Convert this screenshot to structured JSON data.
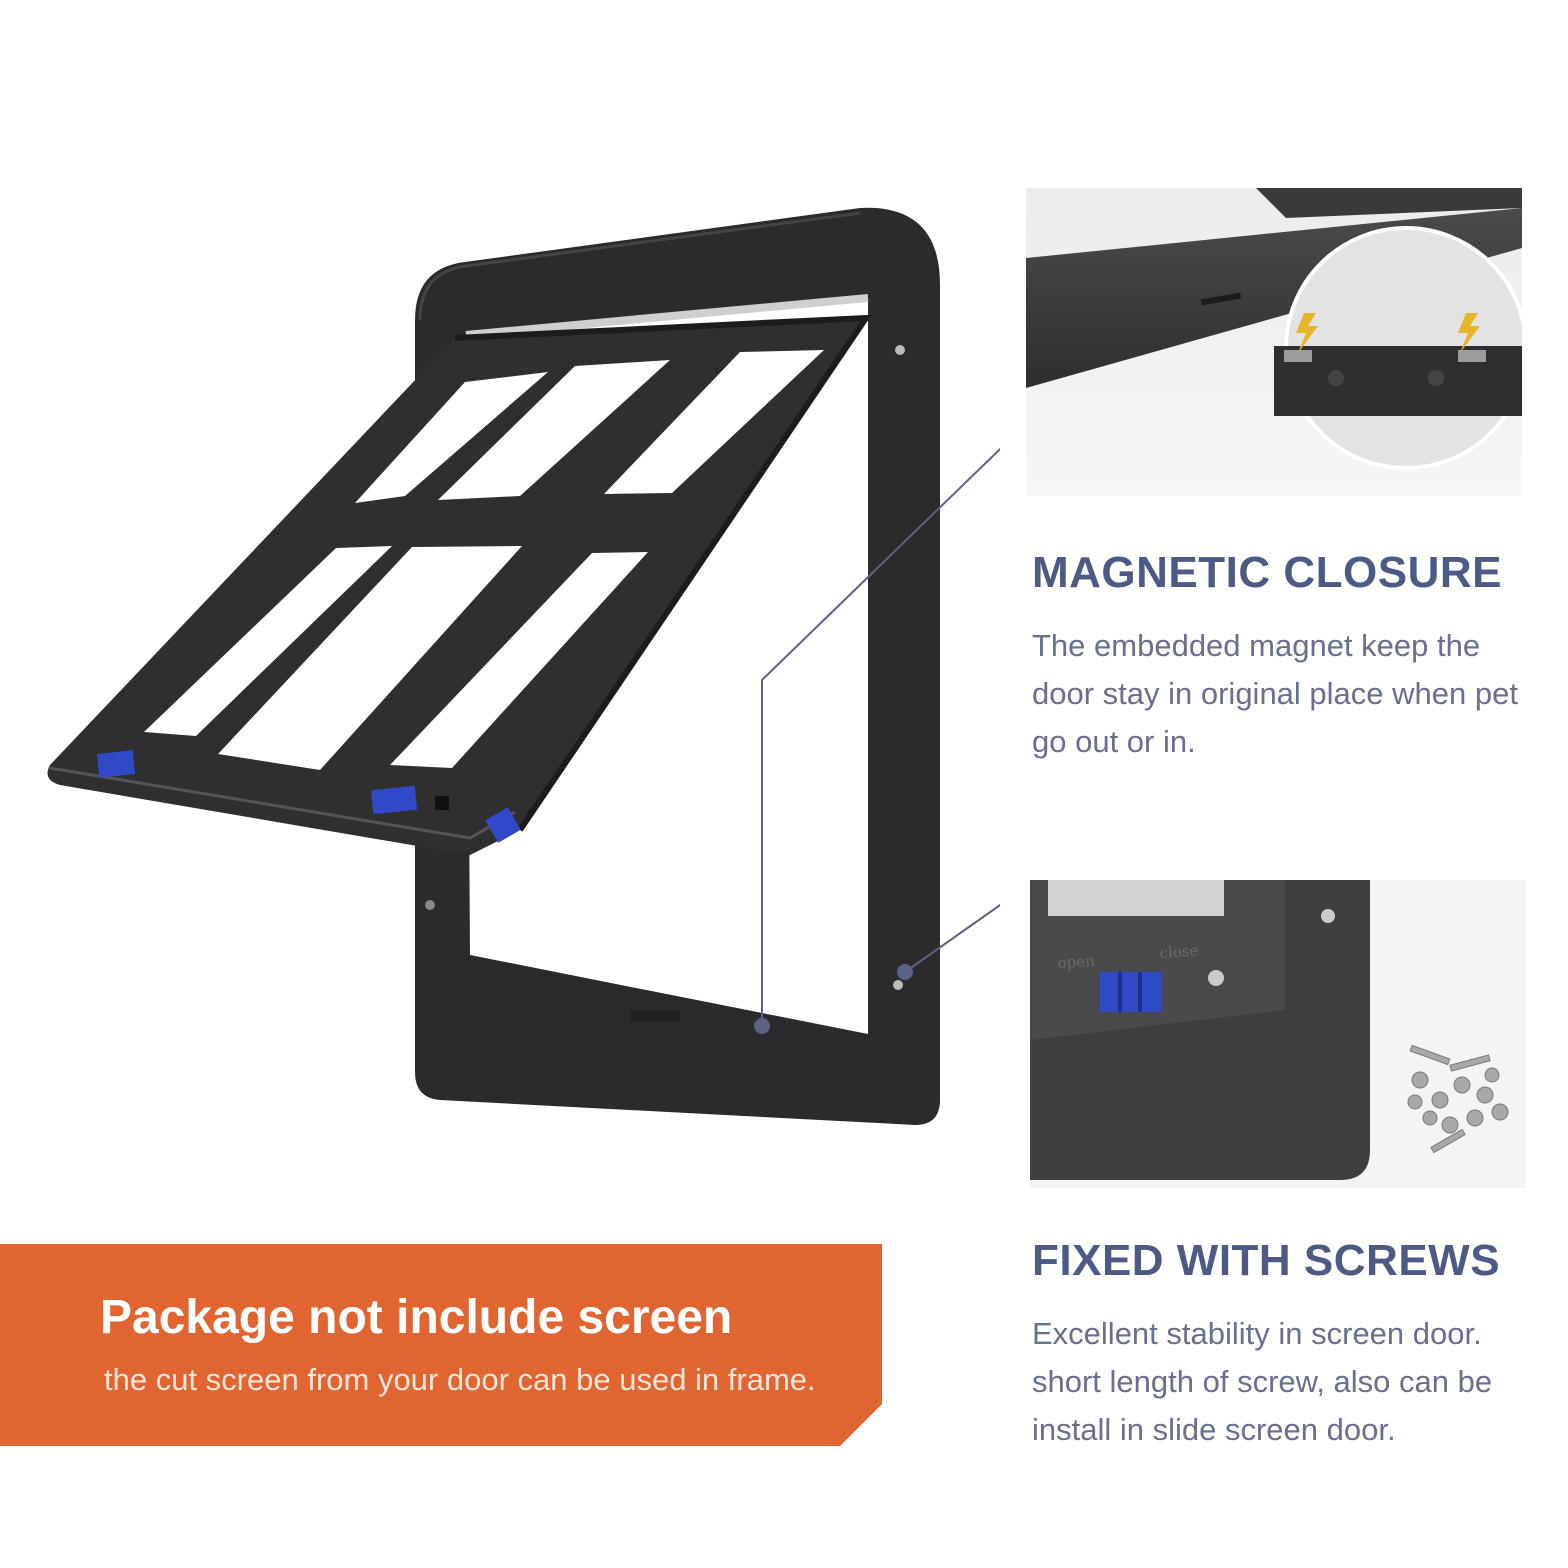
{
  "features": [
    {
      "title": "MAGNETIC CLOSURE",
      "lines": [
        "The embedded magnet keep the",
        "door stay in original place when pet",
        "go out or in."
      ]
    },
    {
      "title": "FIXED WITH SCREWS",
      "lines": [
        "Excellent stability in screen door.",
        "short length of screw, also can be",
        "install in slide screen door."
      ]
    }
  ],
  "banner": {
    "title": "Package not include screen",
    "subtitle": "the cut screen from your door can be used in frame."
  },
  "detail_labels": {
    "open": "open",
    "close": "close"
  },
  "colors": {
    "heading": "#4d5a86",
    "body_text": "#66708f",
    "banner_orange": "#e06531",
    "frame_black": "#2b2b2b",
    "latch_blue": "#2f49c9",
    "callout_line": "#5b6285"
  }
}
